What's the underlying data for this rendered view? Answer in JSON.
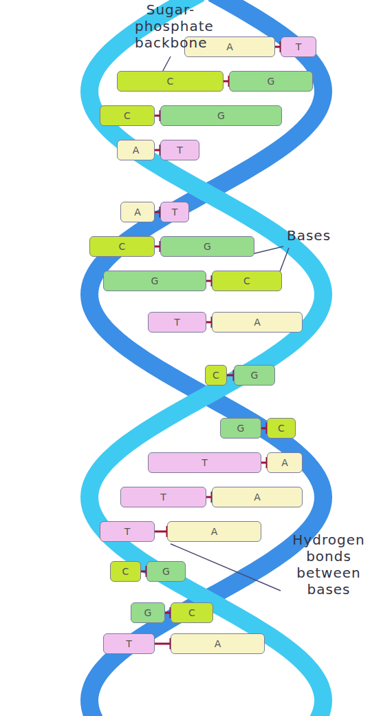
{
  "diagram": {
    "nodes": [
      {
        "text": [
          "A"
        ]
      },
      {
        "text": [
          "T"
        ]
      },
      {
        "text": [
          "C"
        ]
      },
      {
        "text": [
          "G"
        ]
      },
      {
        "text": [
          "C"
        ]
      },
      {
        "text": [
          "G"
        ]
      },
      {
        "text": [
          "A"
        ]
      },
      {
        "text": [
          "T"
        ]
      },
      {
        "text": [
          "A"
        ]
      },
      {
        "text": [
          "T"
        ]
      },
      {
        "text": [
          "C"
        ]
      },
      {
        "text": [
          "G"
        ]
      },
      {
        "text": [
          "G"
        ]
      },
      {
        "text": [
          "C"
        ]
      },
      {
        "text": [
          "T"
        ]
      },
      {
        "text": [
          "A"
        ]
      },
      {
        "text": [
          "C"
        ]
      },
      {
        "text": [
          "G"
        ]
      },
      {
        "text": [
          "G"
        ]
      },
      {
        "text": [
          "C"
        ]
      },
      {
        "text": [
          "T"
        ]
      },
      {
        "text": [
          "A"
        ]
      },
      {
        "text": [
          "T"
        ]
      },
      {
        "text": [
          "A"
        ]
      },
      {
        "text": [
          "T"
        ]
      },
      {
        "text": [
          "A"
        ]
      },
      {
        "text": [
          "C"
        ]
      },
      {
        "text": [
          "G"
        ]
      },
      {
        "text": [
          "G"
        ]
      },
      {
        "text": [
          "C"
        ]
      },
      {
        "text": [
          "T"
        ]
      },
      {
        "text": [
          "A"
        ]
      }
    ],
    "edges": [
      {
        "from": 0,
        "to": 1,
        "arrow": "none"
      },
      {
        "from": 2,
        "to": 3,
        "arrow": "none"
      },
      {
        "from": 4,
        "to": 5,
        "arrow": "none"
      },
      {
        "from": 6,
        "to": 7,
        "arrow": "none"
      },
      {
        "from": 8,
        "to": 9,
        "arrow": "none"
      },
      {
        "from": 10,
        "to": 11,
        "arrow": "none"
      },
      {
        "from": 12,
        "to": 13,
        "arrow": "none"
      },
      {
        "from": 14,
        "to": 15,
        "arrow": "none"
      },
      {
        "from": 16,
        "to": 17,
        "arrow": "none"
      },
      {
        "from": 18,
        "to": 19,
        "arrow": "none"
      },
      {
        "from": 20,
        "to": 21,
        "arrow": "none"
      },
      {
        "from": 22,
        "to": 23,
        "arrow": "none"
      },
      {
        "from": 24,
        "to": 25,
        "arrow": "none"
      },
      {
        "from": 26,
        "to": 27,
        "arrow": "none"
      },
      {
        "from": 28,
        "to": 29,
        "arrow": "none"
      },
      {
        "from": 30,
        "to": 31,
        "arrow": "none"
      }
    ],
    "labels": [
      "Sugar-phosphate backbone",
      "Bases",
      "Hydrogen bonds between bases"
    ]
  }
}
